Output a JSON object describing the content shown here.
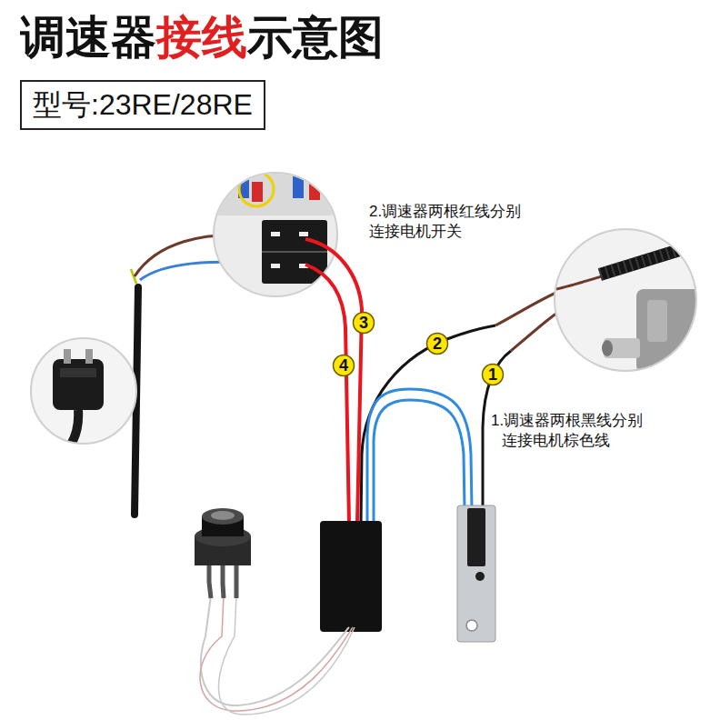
{
  "diagram": {
    "title": "调速器接线示意图",
    "nodes": [
      {
        "text": [
          "型号:23RE/28RE"
        ]
      },
      {
        "text": [
          "3"
        ]
      },
      {
        "text": [
          "2"
        ]
      },
      {
        "text": [
          "4"
        ]
      },
      {
        "text": [
          "1"
        ]
      }
    ],
    "labels": [
      "2.调速器两根红线分别 连接电机开关",
      "1.调速器两根黑线分别 连接电机棕色线"
    ]
  }
}
